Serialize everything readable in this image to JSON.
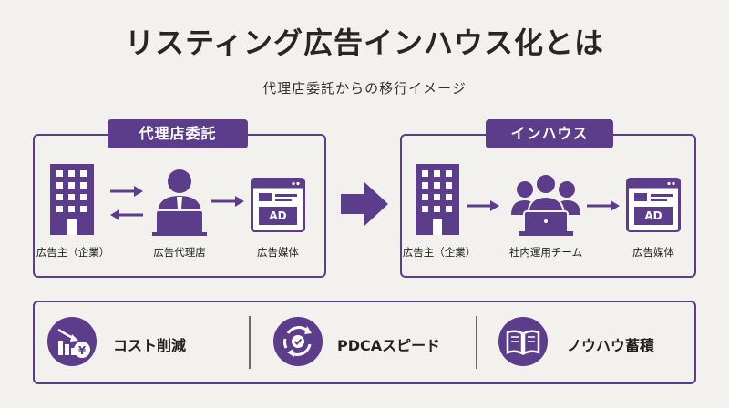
{
  "title": "リスティング広告インハウス化とは",
  "subtitle": "代理店委託からの移行イメージ",
  "colors": {
    "accent": "#5b3d8c",
    "background": "#f3f1ed",
    "text": "#222222"
  },
  "left_panel": {
    "badge": "代理店委託",
    "nodes": [
      {
        "label": "広告主（企業）",
        "icon": "building-icon"
      },
      {
        "label": "広告代理店",
        "icon": "agent-laptop-icon"
      },
      {
        "label": "広告媒体",
        "icon": "ad-window-icon"
      }
    ],
    "ad_text": "AD"
  },
  "right_panel": {
    "badge": "インハウス",
    "nodes": [
      {
        "label": "広告主（企業）",
        "icon": "building-icon"
      },
      {
        "label": "社内運用チーム",
        "icon": "team-laptop-icon"
      },
      {
        "label": "広告媒体",
        "icon": "ad-window-icon"
      }
    ],
    "ad_text": "AD"
  },
  "benefits": [
    {
      "label": "コスト削減",
      "icon": "cost-down-icon",
      "currency": "¥"
    },
    {
      "label": "PDCAスピード",
      "icon": "cycle-check-icon"
    },
    {
      "label": "ノウハウ蓄積",
      "icon": "book-icon"
    }
  ]
}
